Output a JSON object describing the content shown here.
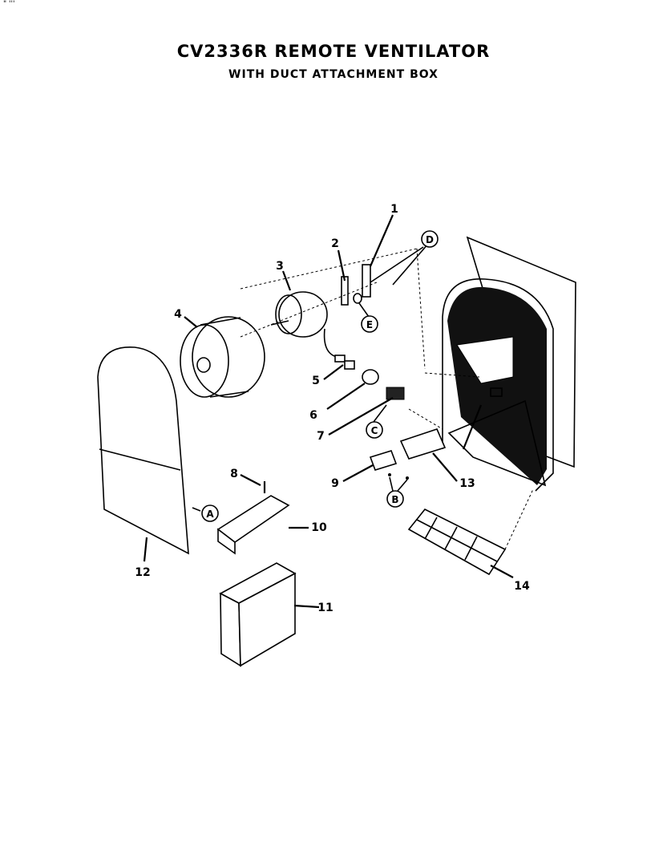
{
  "header": {
    "corner_mark": "\" '''",
    "title": "CV2336R REMOTE VENTILATOR",
    "subtitle": "WITH DUCT ATTACHMENT BOX"
  },
  "part_labels": [
    "1",
    "2",
    "3",
    "4",
    "5",
    "6",
    "7",
    "8",
    "9",
    "10",
    "11",
    "12",
    "13",
    "14"
  ],
  "callout_letters": [
    "A",
    "B",
    "C",
    "D",
    "E"
  ]
}
